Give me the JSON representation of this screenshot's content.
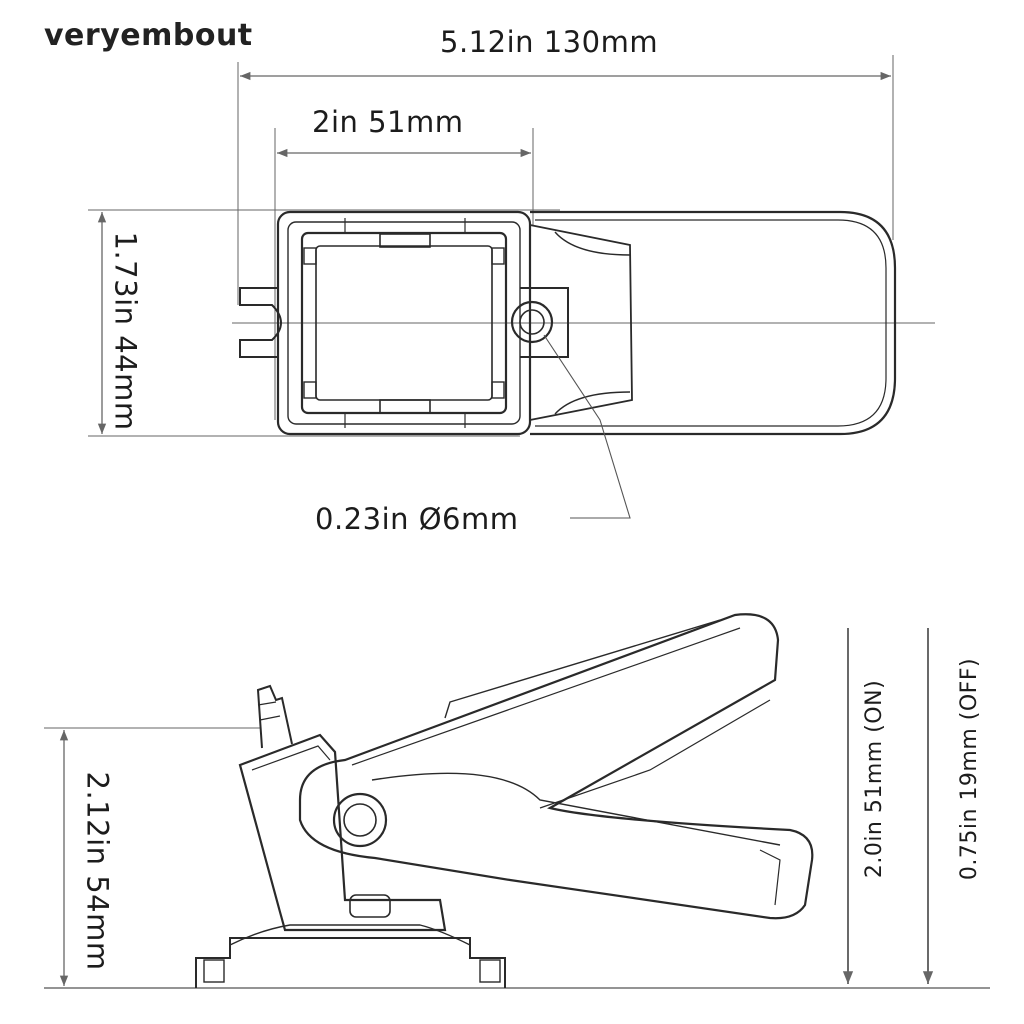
{
  "brand": "veryembout",
  "top_view": {
    "length_label": "5.12in 130mm",
    "body_width_label": "2in 51mm",
    "height_label": "1.73in 44mm",
    "hole_label": "0.23in Ø6mm"
  },
  "side_view": {
    "height_label": "2.12in 54mm",
    "on_label": "2.0in 51mm (ON)",
    "off_label": "0.75in 19mm (OFF)"
  },
  "colors": {
    "line": "#2a2a2a",
    "dim_line": "#555555",
    "background": "#ffffff"
  }
}
